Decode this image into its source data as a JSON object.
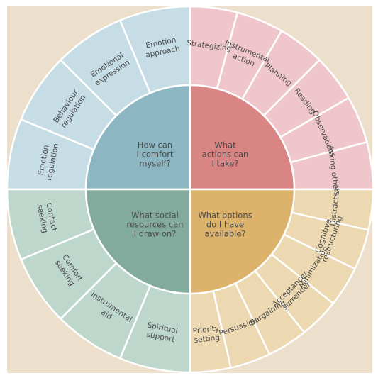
{
  "colors": {
    "background": "#ece0cc",
    "line": "#ffffff",
    "text": "#4a4a4a"
  },
  "quadrants": [
    {
      "id": "comfort-self",
      "center_lines": [
        "How can",
        "I comfort",
        "myself?"
      ],
      "inner_color": "#8cb6c1",
      "outer_color": "#c6dde5",
      "segments": [
        {
          "lines": [
            "Emotion",
            "regulation"
          ]
        },
        {
          "lines": [
            "Behaviour",
            "regulation"
          ]
        },
        {
          "lines": [
            "Emotional",
            "expression"
          ]
        },
        {
          "lines": [
            "Emotion",
            "approach"
          ]
        }
      ]
    },
    {
      "id": "actions",
      "center_lines": [
        "What",
        "actions can",
        "I take?"
      ],
      "inner_color": "#d98583",
      "outer_color": "#efc6cb",
      "segments": [
        {
          "lines": [
            "Strategizing"
          ]
        },
        {
          "lines": [
            "Instrumental",
            "action"
          ]
        },
        {
          "lines": [
            "Planning"
          ]
        },
        {
          "lines": [
            "Reading"
          ]
        },
        {
          "lines": [
            "Observations"
          ]
        },
        {
          "lines": [
            "Asking others"
          ]
        }
      ]
    },
    {
      "id": "options",
      "center_lines": [
        "What options",
        "do I have",
        "available?"
      ],
      "inner_color": "#ddb36c",
      "outer_color": "#ecd8b1",
      "segments": [
        {
          "lines": [
            "Distraction"
          ]
        },
        {
          "lines": [
            "Cognitive",
            "restructuring"
          ]
        },
        {
          "lines": [
            "Minimization"
          ]
        },
        {
          "lines": [
            "Acceptance/",
            "surrender"
          ]
        },
        {
          "lines": [
            "Bargaining"
          ]
        },
        {
          "lines": [
            "Persuasion"
          ]
        },
        {
          "lines": [
            "Priority",
            "setting"
          ]
        }
      ]
    },
    {
      "id": "social",
      "center_lines": [
        "What social",
        "resources can",
        "I draw on?"
      ],
      "inner_color": "#82ab9e",
      "outer_color": "#bdd7cd",
      "segments": [
        {
          "lines": [
            "Spiritual",
            "support"
          ]
        },
        {
          "lines": [
            "Instrumental",
            "aid"
          ]
        },
        {
          "lines": [
            "Comfort",
            "seeking"
          ]
        },
        {
          "lines": [
            "Contact",
            "seeking"
          ]
        }
      ]
    }
  ]
}
